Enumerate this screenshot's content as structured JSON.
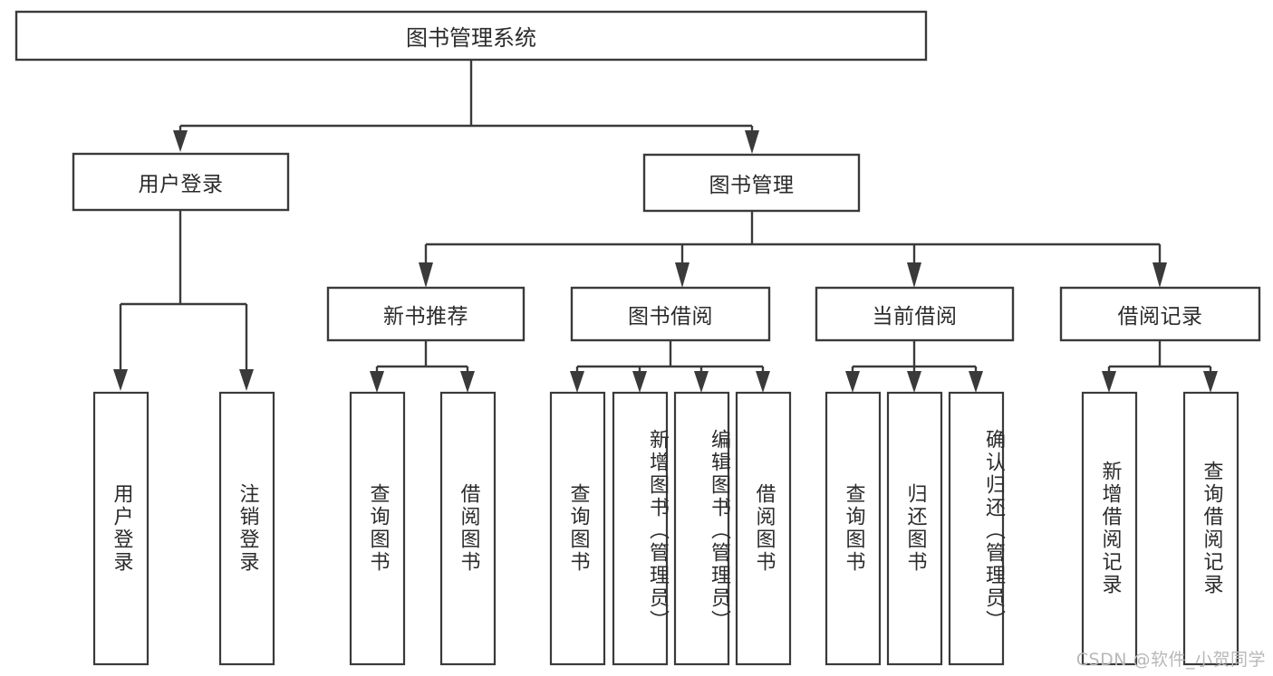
{
  "diagram": {
    "type": "tree-hierarchy",
    "title": "图书管理系统",
    "watermark": "CSDN @软件_小贺同学",
    "colors": {
      "background": "#ffffff",
      "box_stroke": "#3a3a3a",
      "box_fill": "#ffffff",
      "text": "#2b2b2b",
      "connector": "#3a3a3a",
      "watermark": "#b8b8b8"
    },
    "levels": {
      "root": {
        "label": "图书管理系统"
      },
      "level2": [
        {
          "label": "用户登录"
        },
        {
          "label": "图书管理"
        }
      ],
      "level3": [
        {
          "label": "新书推荐"
        },
        {
          "label": "图书借阅"
        },
        {
          "label": "当前借阅"
        },
        {
          "label": "借阅记录"
        }
      ]
    },
    "leaves": {
      "user_login": [
        {
          "label": "用户登录"
        },
        {
          "label": "注销登录"
        }
      ],
      "new_book_recommend": [
        {
          "label": "查询图书"
        },
        {
          "label": "借阅图书"
        }
      ],
      "book_borrow": [
        {
          "label": "查询图书"
        },
        {
          "label": "新增图书（管理员）"
        },
        {
          "label": "编辑图书（管理员）"
        },
        {
          "label": "借阅图书"
        }
      ],
      "current_borrow": [
        {
          "label": "查询图书"
        },
        {
          "label": "归还图书"
        },
        {
          "label": "确认归还（管理员）"
        }
      ],
      "borrow_record": [
        {
          "label": "新增借阅记录"
        },
        {
          "label": "查询借阅记录"
        }
      ]
    }
  }
}
